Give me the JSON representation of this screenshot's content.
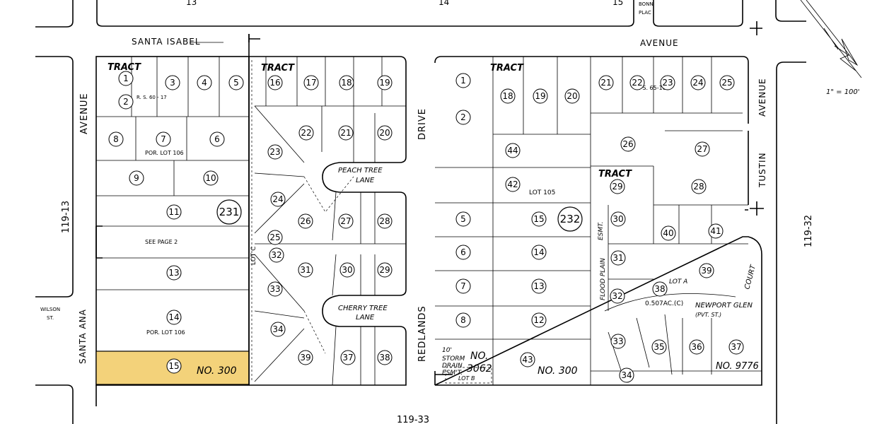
{
  "streets": {
    "santa_isabel": "SANTA   ISABEL",
    "avenue_top": "AVENUE",
    "avenue_left": "AVENUE",
    "santa_ana": "SANTA  ANA",
    "tustin": "TUSTIN",
    "tustin_avenue": "AVENUE",
    "drive": "DRIVE",
    "redlands": "REDLANDS",
    "wilson": "WILSON",
    "wilson_st": "ST.",
    "peach_tree": "PEACH TREE",
    "peach_lane": "LANE",
    "cherry_tree": "CHERRY TREE",
    "cherry_lane": "LANE",
    "newport_glen": "NEWPORT   GLEN",
    "pvt_st": "(PVT. ST.)",
    "court": "COURT",
    "flood_plain": "FLOOD  PLAIN",
    "esmt": "ESMT.",
    "lot_c": "LOT C"
  },
  "page_refs": {
    "left": "119-13",
    "right": "119-32",
    "bottom": "119-33",
    "top_left": "13",
    "top_mid": "14",
    "top_right": "15",
    "bonn": "BONN",
    "place": "PLAC"
  },
  "blocks": {
    "b231": "231",
    "b232": "232"
  },
  "labels": {
    "tract1": "TRACT",
    "tract2": "TRACT",
    "tract3": "TRACT",
    "tract4": "TRACT",
    "rs_left": "R. S.   60 - 17",
    "rs_right": "R. S.   65-16",
    "por_lot_106_a": "POR.   LOT   106",
    "por_lot_106_b": "POR.   LOT   106",
    "see_page": "SEE      PAGE     2",
    "lot_105": "LOT  105",
    "no300_left": "NO. 300",
    "no300_right": "NO. 300",
    "no3062": "NO.",
    "no3062_num": "3062",
    "no9776": "NO. 9776",
    "storm1": "10'",
    "storm2": "STORM",
    "storm3": "DRAIN",
    "storm4": "ESM'T.",
    "lot_b": "LOT B",
    "lot_a": "LOT A",
    "acreage": "0.507AC.(C)",
    "scale": "1\" = 100'"
  },
  "lots": {
    "l1": "1",
    "l2": "2",
    "l3": "3",
    "l4": "4",
    "l5": "5",
    "l6": "6",
    "l7": "7",
    "l8": "8",
    "l9": "9",
    "l10": "10",
    "l11": "11",
    "l13": "13",
    "l14": "14",
    "l15": "15",
    "m16": "16",
    "m17": "17",
    "m18": "18",
    "m19": "19",
    "m20": "20",
    "m21": "21",
    "m22": "22",
    "m23": "23",
    "m24": "24",
    "m25": "25",
    "m26": "26",
    "m27": "27",
    "m28": "28",
    "m29": "29",
    "m30": "30",
    "m31": "31",
    "m32": "32",
    "m33": "33",
    "m34": "34",
    "m37": "37",
    "m38": "38",
    "m39": "39",
    "r1": "1",
    "r2": "2",
    "r5": "5",
    "r6": "6",
    "r7": "7",
    "r8": "8",
    "r12": "12",
    "r13": "13",
    "r14": "14",
    "r15": "15",
    "r18": "18",
    "r19": "19",
    "r20": "20",
    "r42": "42",
    "r43": "43",
    "r44": "44",
    "e21": "21",
    "e22": "22",
    "e23": "23",
    "e24": "24",
    "e25": "25",
    "e26": "26",
    "e27": "27",
    "e28": "28",
    "e29": "29",
    "e30": "30",
    "e31": "31",
    "e32": "32",
    "e33": "33",
    "e34": "34",
    "e35": "35",
    "e36": "36",
    "e37": "37",
    "e38": "38",
    "e39": "39",
    "e40": "40",
    "e41": "41"
  },
  "highlight_color": "#f3d27a"
}
